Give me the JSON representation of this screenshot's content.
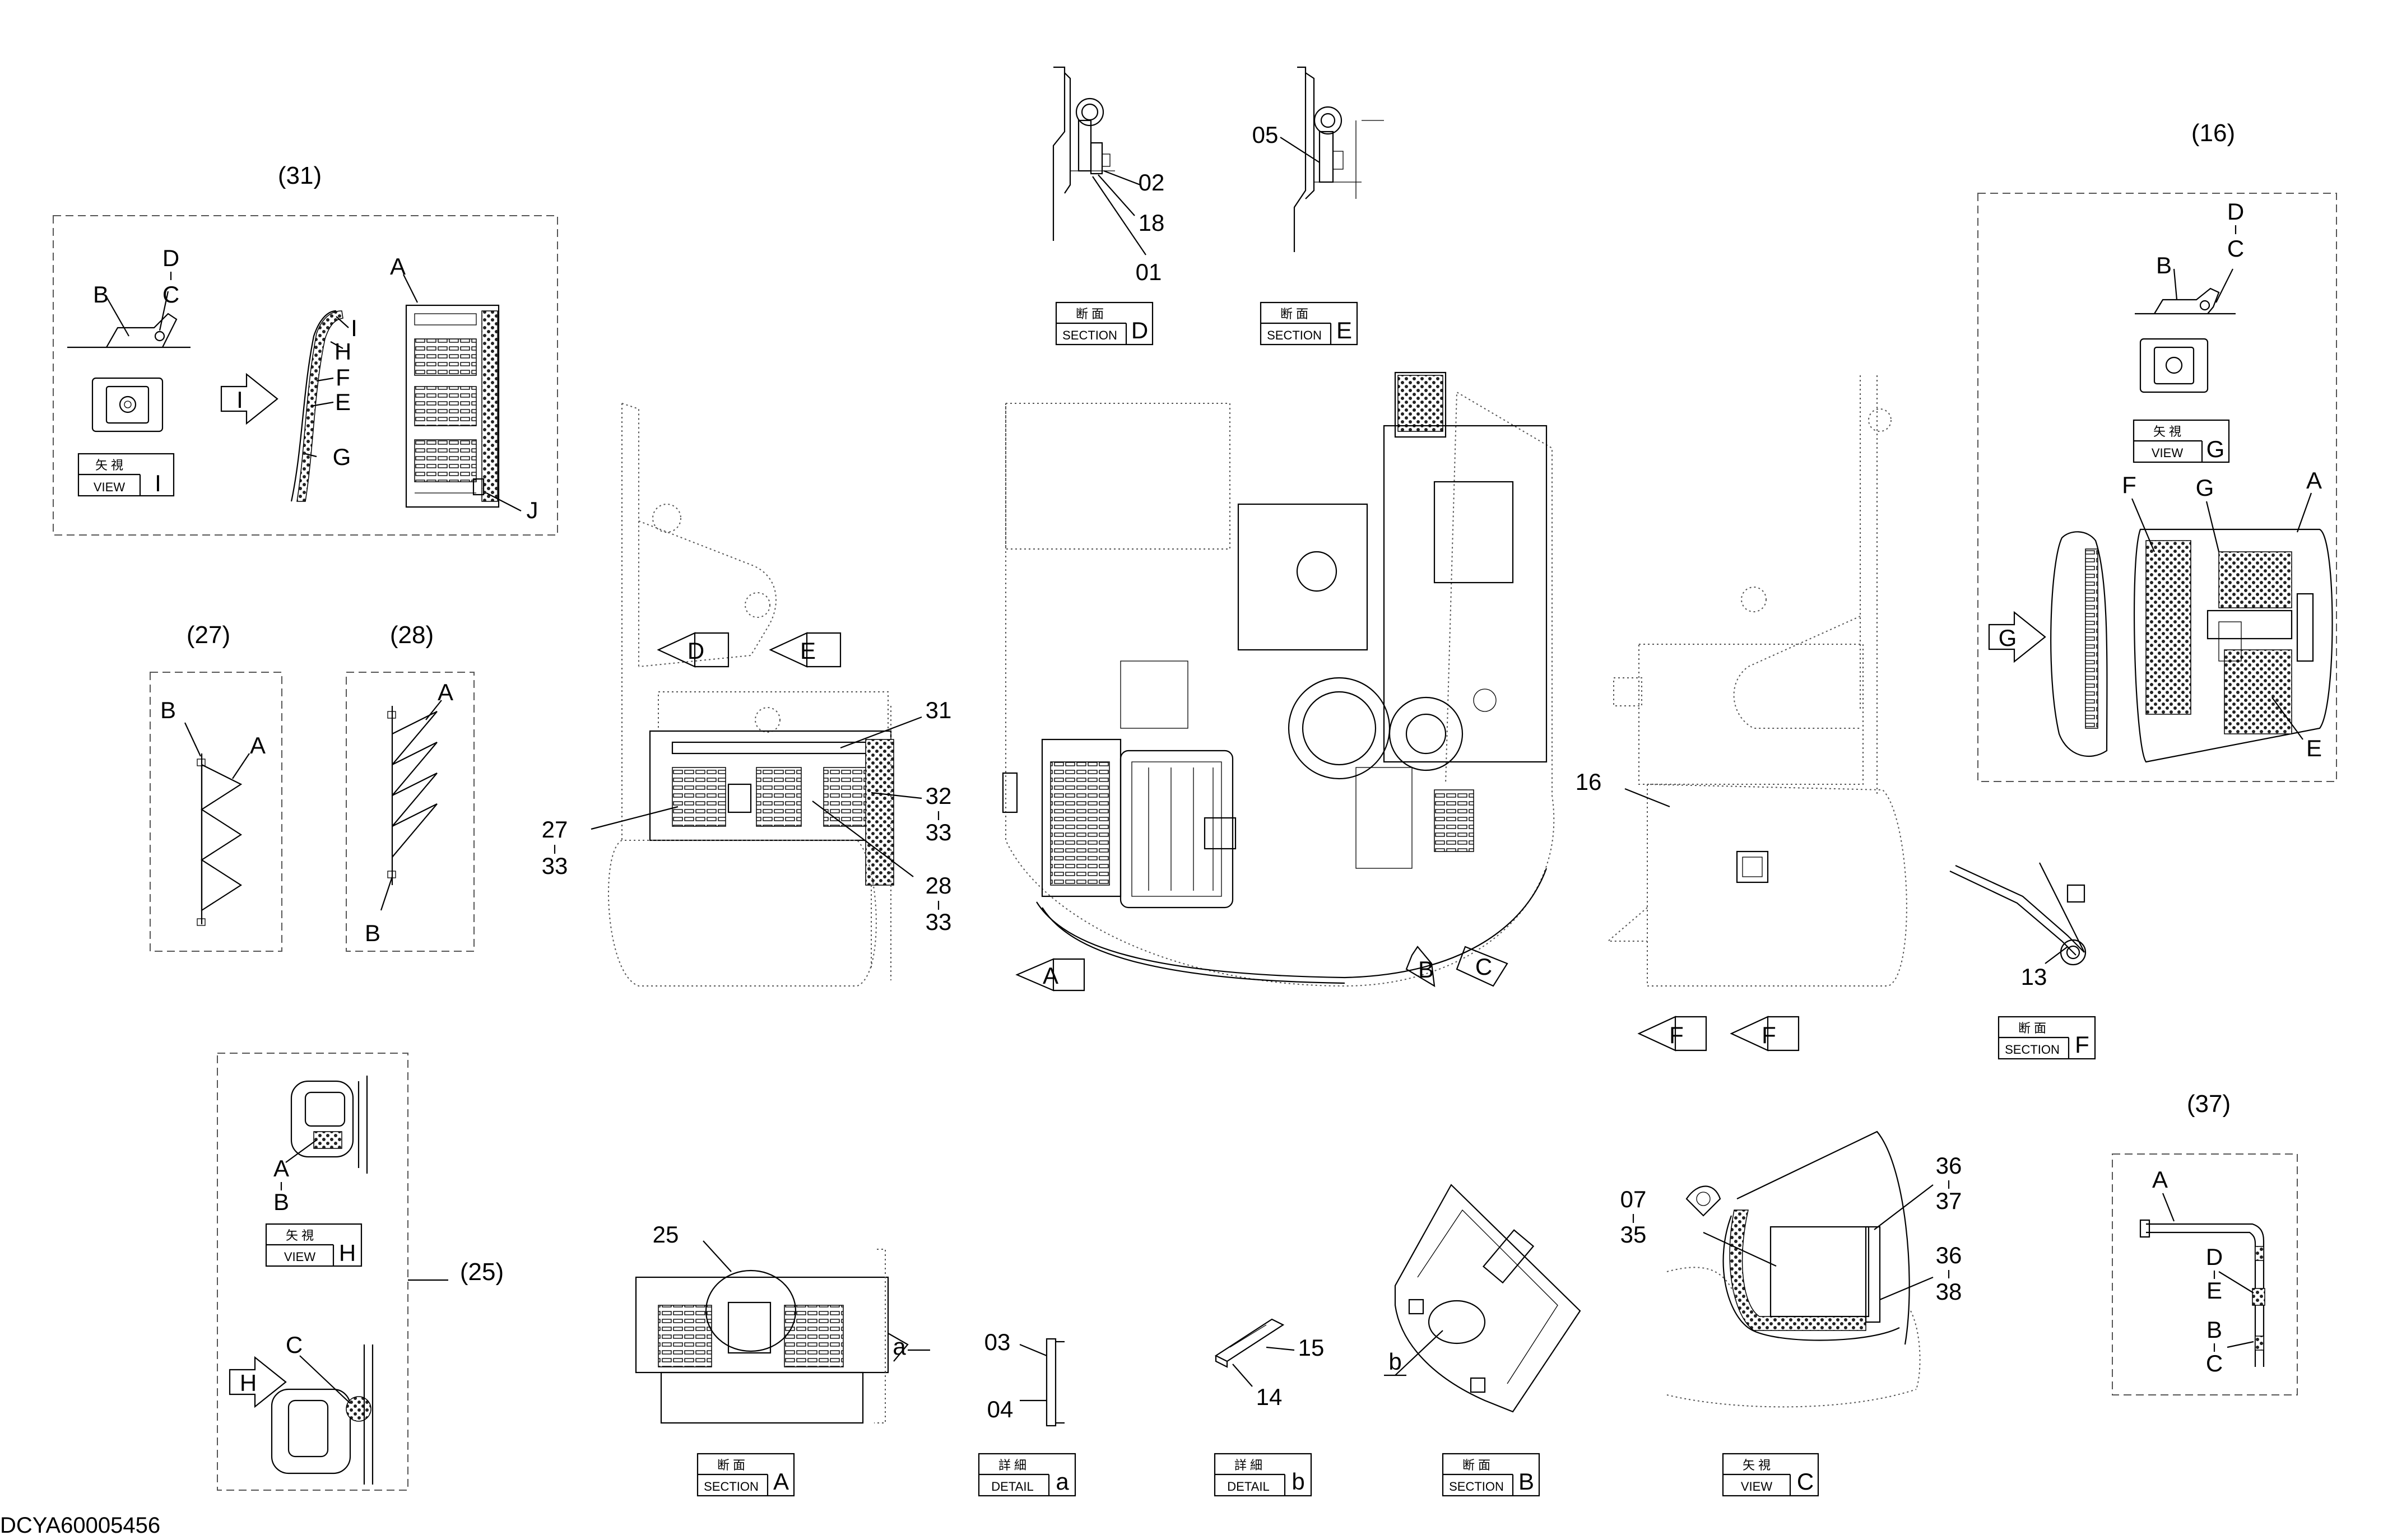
{
  "doc_code": "DCYA60005456",
  "group_refs": {
    "g31": "(31)",
    "g16": "(16)",
    "g27": "(27)",
    "g28": "(28)",
    "g25": "(25)",
    "g37": "(37)"
  },
  "view_boxes": {
    "view_i": {
      "jp": "矢 視",
      "en": "VIEW",
      "letter": "I"
    },
    "view_g": {
      "jp": "矢 視",
      "en": "VIEW",
      "letter": "G"
    },
    "view_h": {
      "jp": "矢 視",
      "en": "VIEW",
      "letter": "H"
    },
    "view_c": {
      "jp": "矢 視",
      "en": "VIEW",
      "letter": "C"
    },
    "section_d": {
      "jp": "断 面",
      "en": "SECTION",
      "letter": "D"
    },
    "section_e": {
      "jp": "断 面",
      "en": "SECTION",
      "letter": "E"
    },
    "section_f": {
      "jp": "断 面",
      "en": "SECTION",
      "letter": "F"
    },
    "section_a": {
      "jp": "断 面",
      "en": "SECTION",
      "letter": "A"
    },
    "section_b": {
      "jp": "断 面",
      "en": "SECTION",
      "letter": "B"
    },
    "detail_a": {
      "jp": "詳 細",
      "en": "DETAIL",
      "letter": "a"
    },
    "detail_b": {
      "jp": "詳 細",
      "en": "DETAIL",
      "letter": "b"
    }
  },
  "view_arrows": {
    "arrow_d": "D",
    "arrow_e": "E",
    "arrow_a": "A",
    "arrow_b": "B",
    "arrow_c": "C",
    "arrow_f1": "F",
    "arrow_f2": "F",
    "arrow_i": "I",
    "arrow_g": "G",
    "arrow_h": "H"
  },
  "g31_labels": {
    "b": "B",
    "d": "D",
    "c": "C",
    "a": "A",
    "i": "I",
    "h": "H",
    "f": "F",
    "e": "E",
    "g": "G",
    "j": "J"
  },
  "g16_labels": {
    "d": "D",
    "c": "C",
    "b": "B",
    "f": "F",
    "g": "G",
    "a": "A",
    "e": "E"
  },
  "g27_labels": {
    "b": "B",
    "a": "A"
  },
  "g28_labels": {
    "a": "A",
    "b": "B"
  },
  "g25_labels": {
    "a": "A",
    "b": "B",
    "c": "C"
  },
  "g37_labels": {
    "a": "A",
    "d": "D",
    "e": "E",
    "b": "B",
    "c": "C"
  },
  "sec_d_parts": {
    "p02": "02",
    "p18": "18",
    "p01": "01"
  },
  "sec_e_parts": {
    "p05": "05"
  },
  "main_parts": {
    "p31": "31",
    "p32": "32",
    "p33a": "33",
    "p27": "27",
    "p33b": "33",
    "p28": "28",
    "p33c": "33",
    "p16": "16",
    "p13": "13"
  },
  "lower_parts": {
    "p25": "25",
    "pa": "a",
    "p03": "03",
    "p04": "04",
    "p15": "15",
    "p14": "14",
    "pb": "b",
    "p07": "07",
    "p35": "35",
    "p36a": "36",
    "p37": "37",
    "p36b": "36",
    "p38": "38"
  }
}
